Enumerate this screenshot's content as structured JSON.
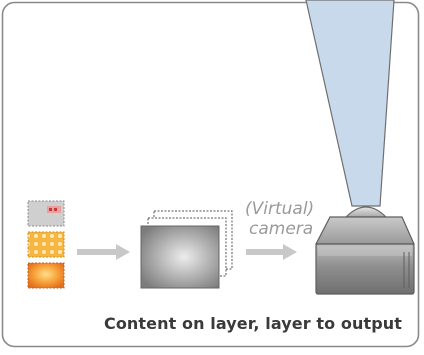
{
  "diagram": {
    "virtual_label": "(Virtual)",
    "camera_label": "camera",
    "caption": "Content on layer, layer to output"
  },
  "colors": {
    "frame_border": "#8a8a8a",
    "arrow": "#c8c8c8",
    "beam": "#c9d9ec",
    "projector": "#9a9a9a",
    "caption": "#3a3a3a",
    "label": "#9a9a9a"
  }
}
